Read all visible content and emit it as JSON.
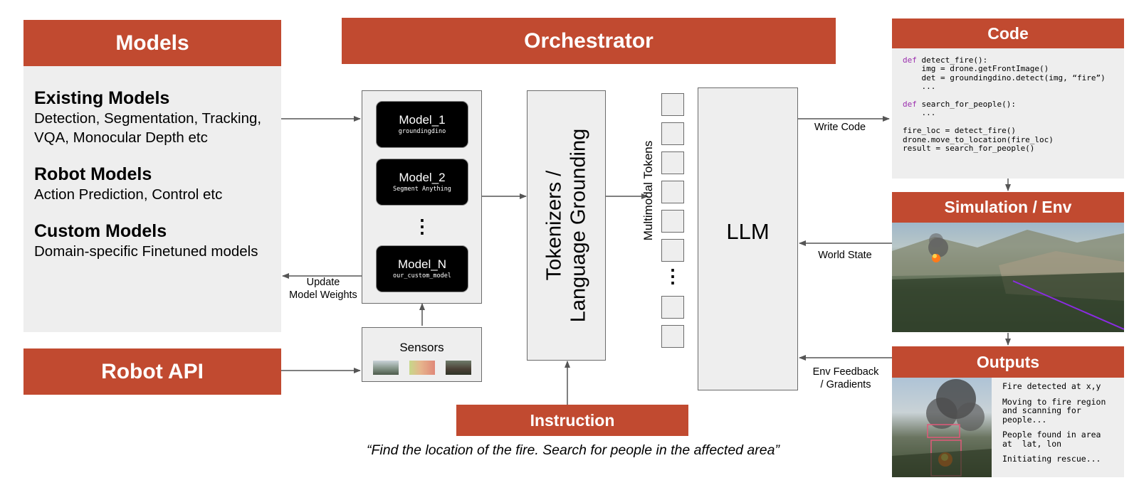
{
  "orchestrator": {
    "title": "Orchestrator"
  },
  "models_panel": {
    "title": "Models",
    "groups": [
      {
        "title": "Existing Models",
        "desc": "Detection, Segmentation, Tracking, VQA, Monocular Depth etc"
      },
      {
        "title": "Robot Models",
        "desc": "Action Prediction, Control etc"
      },
      {
        "title": "Custom Models",
        "desc": "Domain-specific Finetuned models"
      }
    ]
  },
  "robot_api": {
    "title": "Robot API"
  },
  "model_cards": [
    {
      "name": "Model_1",
      "sub": "groundingdino"
    },
    {
      "name": "Model_2",
      "sub": "Segment Anything"
    },
    {
      "name": "Model_N",
      "sub": "our_custom_model"
    }
  ],
  "model_ellipsis": "⋮",
  "update_label": {
    "line1": "Update",
    "line2": "Model Weights"
  },
  "sensors": {
    "title": "Sensors"
  },
  "tokenizer": {
    "line1": "Tokenizers /",
    "line2": "Language Grounding"
  },
  "tokens_label": "Multimodal Tokens",
  "tokens_ellipsis": "⋮",
  "llm": {
    "title": "LLM"
  },
  "instruction": {
    "title": "Instruction",
    "text": "“Find the location of the fire. Search for people in the affected area”"
  },
  "code_panel": {
    "title": "Code",
    "lines": [
      {
        "kw": "def",
        "text": " detect_fire():"
      },
      {
        "kw": "",
        "text": "    img = drone.getFrontImage()"
      },
      {
        "kw": "",
        "text": "    det = groundingdino.detect(img, “fire”)"
      },
      {
        "kw": "",
        "text": "    ..."
      },
      {
        "kw": "",
        "text": " "
      },
      {
        "kw": "def",
        "text": " search_for_people():"
      },
      {
        "kw": "",
        "text": "    ..."
      },
      {
        "kw": "",
        "text": " "
      },
      {
        "kw": "",
        "text": "fire_loc = detect_fire()"
      },
      {
        "kw": "",
        "text": "drone.move_to_location(fire_loc)"
      },
      {
        "kw": "",
        "text": "result = search_for_people()"
      }
    ]
  },
  "write_code_label": "Write Code",
  "sim_panel": {
    "title": "Simulation / Env"
  },
  "world_state_label": "World State",
  "env_feedback_label": {
    "line1": "Env Feedback",
    "line2": "/ Gradients"
  },
  "outputs_panel": {
    "title": "Outputs",
    "messages": [
      "Fire detected at x,y",
      "Moving to fire region\nand scanning for\npeople...",
      "People found in area\nat  lat, lon",
      "Initiating rescue..."
    ]
  },
  "colors": {
    "accent": "#c14a30",
    "panel": "#eeeeee",
    "border": "#6b6b6b",
    "keyword": "#9b2fae"
  }
}
